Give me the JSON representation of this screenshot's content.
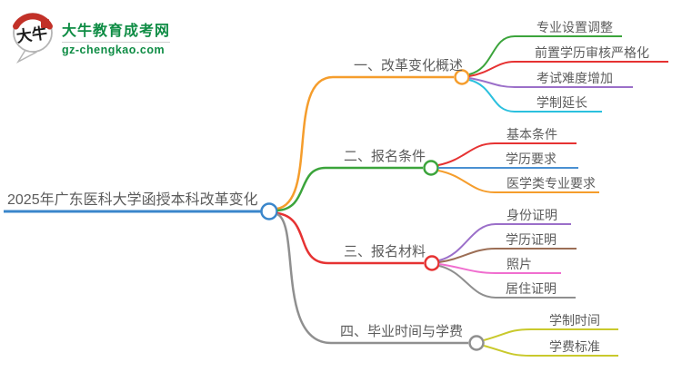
{
  "logo": {
    "bubble_text": "大牛",
    "site_name": "大牛教育成考网",
    "site_url": "gz-chengkao.com",
    "brand_color": "#0e8c44",
    "seal_color": "#c23128"
  },
  "mindmap": {
    "root": {
      "label": "2025年广东医科大学函授本科改革变化",
      "color": "#3a86cb"
    },
    "branches": [
      {
        "label": "一、改革变化概述",
        "color": "#f59d2c",
        "children": [
          {
            "label": "专业设置调整",
            "color": "#3ba43b"
          },
          {
            "label": "前置学历审核严格化",
            "color": "#e63232"
          },
          {
            "label": "考试难度增加",
            "color": "#9b6fc9"
          },
          {
            "label": "学制延长",
            "color": "#2bc0de"
          }
        ]
      },
      {
        "label": "二、报名条件",
        "color": "#3ba43b",
        "children": [
          {
            "label": "基本条件",
            "color": "#e63232"
          },
          {
            "label": "学历要求",
            "color": "#4a90d2"
          },
          {
            "label": "医学类专业要求",
            "color": "#f59d2c"
          }
        ]
      },
      {
        "label": "三、报名材料",
        "color": "#e63232",
        "children": [
          {
            "label": "身份证明",
            "color": "#9b6fc9"
          },
          {
            "label": "学历证明",
            "color": "#9c6e55"
          },
          {
            "label": "照片",
            "color": "#f06ecf"
          },
          {
            "label": "居住证明",
            "color": "#8f8f8f"
          }
        ]
      },
      {
        "label": "四、毕业时间与学费",
        "color": "#8f8f8f",
        "children": [
          {
            "label": "学制时间",
            "color": "#c9c92c"
          },
          {
            "label": "学费标准",
            "color": "#c9c92c"
          }
        ]
      }
    ]
  }
}
